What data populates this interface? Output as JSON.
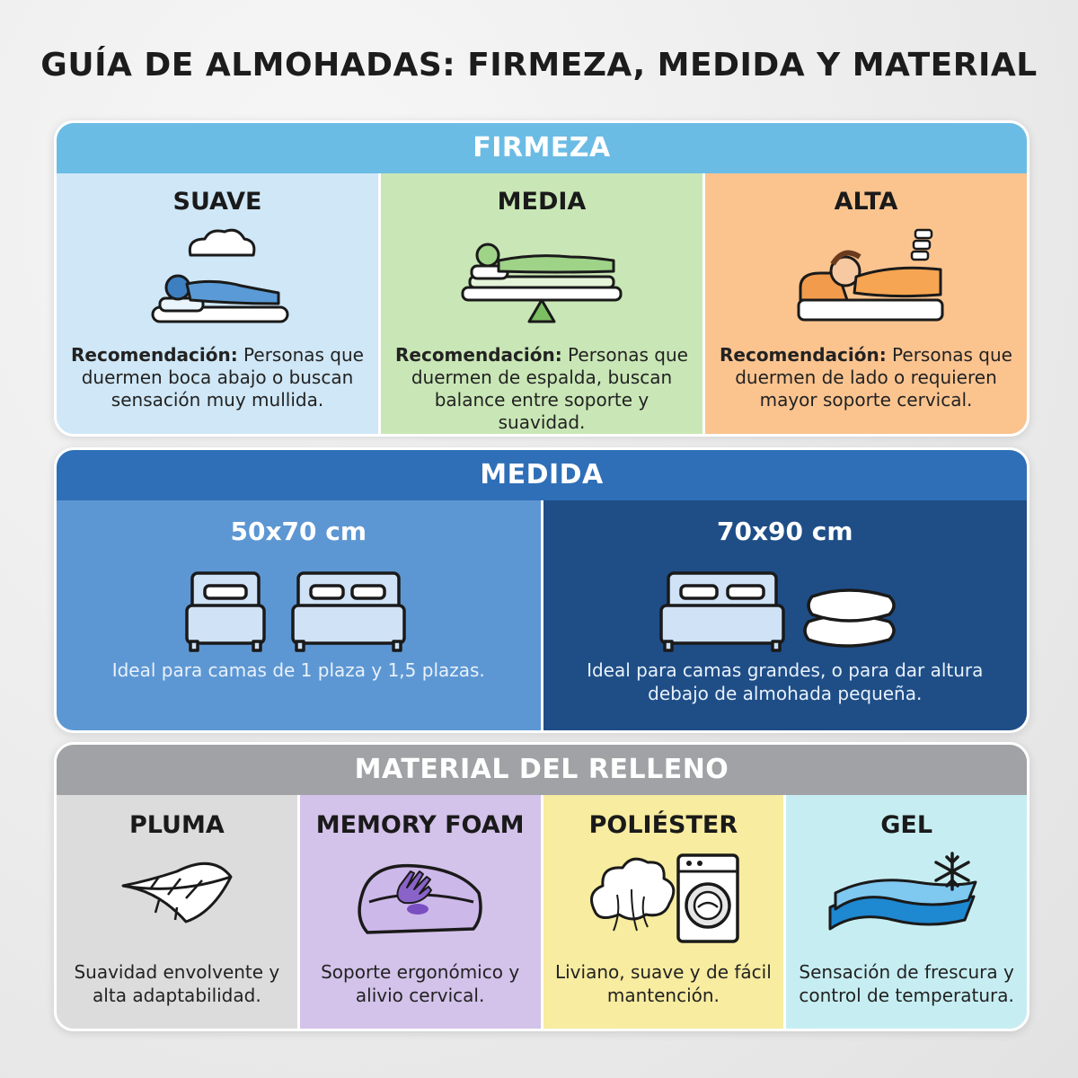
{
  "title": "GUÍA DE ALMOHADAS: FIRMEZA, MEDIDA Y MATERIAL",
  "colors": {
    "firmeza_header": "#6bbce4",
    "suave_bg": "#cfe7f6",
    "media_bg": "#c9e7b6",
    "alta_bg": "#fbc48f",
    "medida_header": "#2f6fb7",
    "medida_left_bg": "#5d97d3",
    "medida_right_bg": "#1f4e87",
    "material_header": "#a0a2a5",
    "pluma_bg": "#dcdcdc",
    "memory_bg": "#d3c2ea",
    "poliester_bg": "#f7ec9f",
    "gel_bg": "#c6eef2"
  },
  "firmeza": {
    "header": "FIRMEZA",
    "items": [
      {
        "title": "SUAVE",
        "icon": "person-sleeping-face-down-icon",
        "rec_label": "Recomendación:",
        "rec_text": " Personas que duermen boca abajo o buscan sensación muy mullida."
      },
      {
        "title": "MEDIA",
        "icon": "person-sleeping-back-balance-icon",
        "rec_label": "Recomendación:",
        "rec_text": " Personas que duermen de espalda, buscan balance entre soporte y suavidad."
      },
      {
        "title": "ALTA",
        "icon": "person-sleeping-side-cervical-icon",
        "rec_label": "Recomendación:",
        "rec_text": " Personas que duermen de lado o requieren mayor soporte cervical."
      }
    ]
  },
  "medida": {
    "header": "MEDIDA",
    "items": [
      {
        "title": "50x70 cm",
        "icon": "single-beds-icon",
        "text": "Ideal para camas de 1 plaza y 1,5 plazas."
      },
      {
        "title": "70x90 cm",
        "icon": "large-bed-stacked-pillows-icon",
        "text": "Ideal para camas grandes, o para dar altura debajo de almohada pequeña."
      }
    ]
  },
  "material": {
    "header": "MATERIAL DEL RELLENO",
    "items": [
      {
        "title": "PLUMA",
        "icon": "feather-icon",
        "text": "Suavidad envolvente y alta adaptabilidad."
      },
      {
        "title": "MEMORY FOAM",
        "icon": "memory-foam-pillow-hand-icon",
        "text": "Soporte ergonómico y alivio cervical."
      },
      {
        "title": "POLIÉSTER",
        "icon": "fiber-washing-machine-icon",
        "text": "Liviano, suave y de fácil mantención."
      },
      {
        "title": "GEL",
        "icon": "gel-layers-snowflake-icon",
        "text": "Sensación de frescura y control de temperatura."
      }
    ]
  }
}
